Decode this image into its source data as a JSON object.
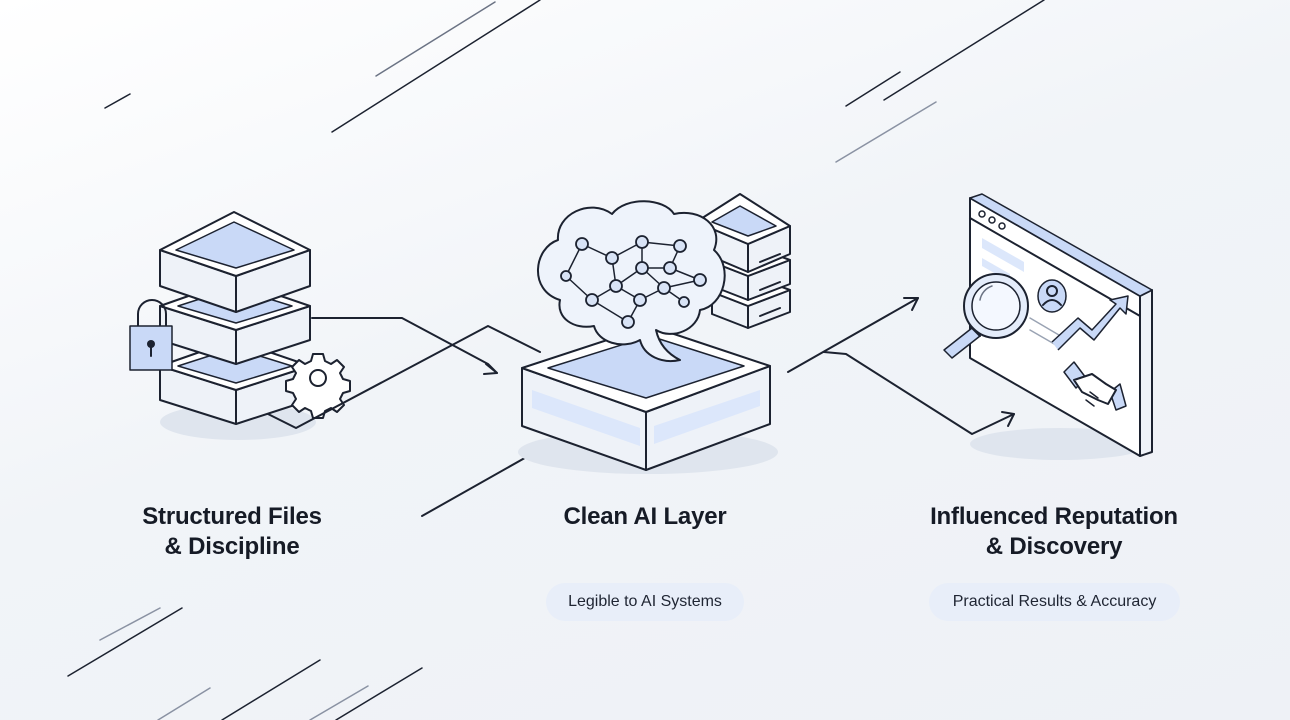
{
  "steps": [
    {
      "title_line1": "Structured Files",
      "title_line2": "& Discipline",
      "tag": ""
    },
    {
      "title_line1": "Clean AI Layer",
      "title_line2": "",
      "tag": "Legible to AI Systems"
    },
    {
      "title_line1": "Influenced Reputation",
      "title_line2": "& Discovery",
      "tag": "Practical Results & Accuracy"
    }
  ],
  "icons": {
    "step1": [
      "database-stack-icon",
      "padlock-icon",
      "gear-icon"
    ],
    "step2": [
      "brain-network-icon",
      "server-rack-icon",
      "platform-icon"
    ],
    "step3": [
      "browser-window-icon",
      "magnifier-icon",
      "profile-icon",
      "trend-arrow-icon",
      "handshake-icon"
    ]
  },
  "colors": {
    "accent_blue": "#c9d9f7",
    "ink": "#1c2230",
    "pill_bg": "#e8eef9"
  }
}
